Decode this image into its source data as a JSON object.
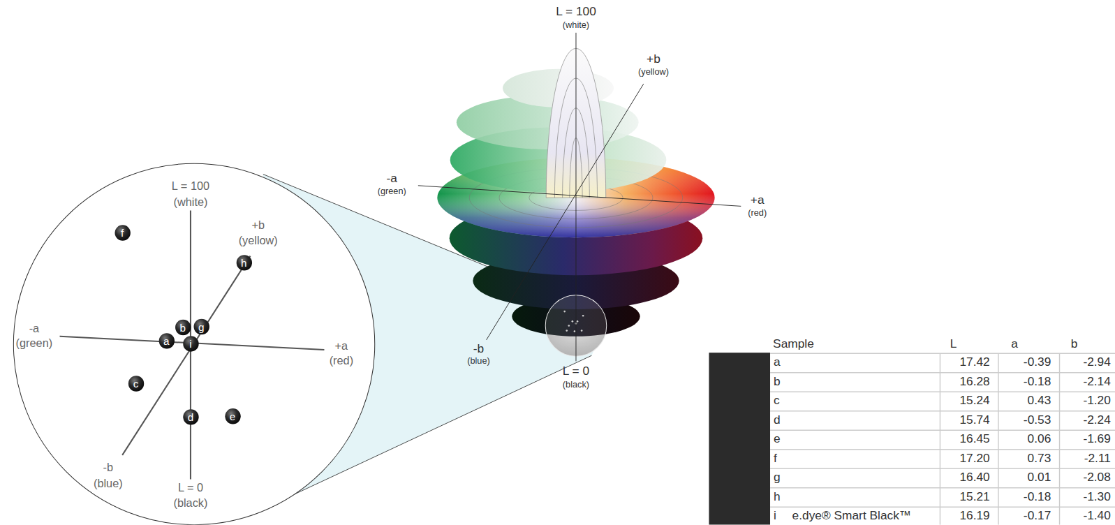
{
  "diagram": {
    "nodes": [
      {
        "text": [
          "f"
        ]
      },
      {
        "text": [
          "h"
        ]
      },
      {
        "text": [
          "b"
        ]
      },
      {
        "text": [
          "g"
        ]
      },
      {
        "text": [
          "a"
        ]
      },
      {
        "text": [
          "i"
        ]
      },
      {
        "text": [
          "c"
        ]
      },
      {
        "text": [
          "d"
        ]
      },
      {
        "text": [
          "e"
        ]
      }
    ],
    "labels": [
      "L = 100",
      "(white)",
      "+b",
      "(yellow)",
      "-a",
      "(green)",
      "+a",
      "(red)",
      "-b",
      "(blue)",
      "L = 0",
      "(black)",
      "L = 100",
      "(white)",
      "+b",
      "(yellow)",
      "-a",
      "(green)",
      "+a",
      "(red)",
      "-b",
      "(blue)",
      "L = 0",
      "(black)",
      "Sample",
      "L",
      "a",
      "b",
      "a",
      "17.42",
      "-0.39",
      "-2.94",
      "b",
      "16.28",
      "-0.18",
      "-2.14",
      "c",
      "15.24",
      "0.43",
      "-1.20",
      "d",
      "15.74",
      "-0.53",
      "-2.24",
      "e",
      "16.45",
      "0.06",
      "-1.69",
      "f",
      "17.20",
      "0.73",
      "-2.11",
      "g",
      "16.40",
      "0.01",
      "-2.08",
      "h",
      "15.21",
      "-0.18",
      "-1.30",
      "i",
      "e.dye® Smart Black™",
      "16.19",
      "-0.17",
      "-1.40"
    ]
  }
}
